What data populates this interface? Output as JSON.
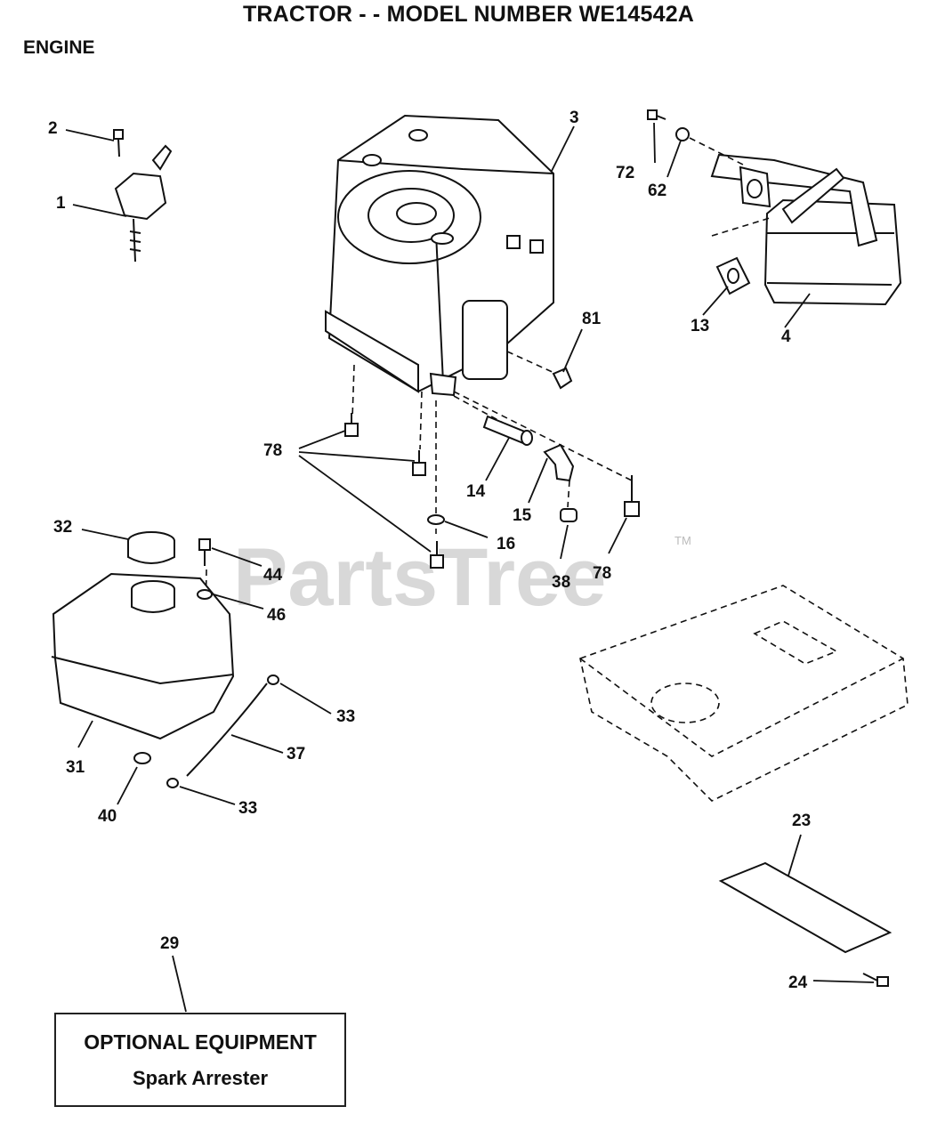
{
  "header": {
    "title": "TRACTOR - - MODEL NUMBER WE14542A",
    "section": "ENGINE"
  },
  "watermark": {
    "text": "PartsTree",
    "trademark": "TM"
  },
  "callouts": {
    "c1": "1",
    "c2": "2",
    "c3": "3",
    "c4": "4",
    "c13": "13",
    "c14": "14",
    "c15": "15",
    "c16": "16",
    "c23": "23",
    "c24": "24",
    "c29": "29",
    "c31": "31",
    "c32": "32",
    "c33a": "33",
    "c33b": "33",
    "c37": "37",
    "c38": "38",
    "c40": "40",
    "c44": "44",
    "c46": "46",
    "c62": "62",
    "c72": "72",
    "c78a": "78",
    "c78b": "78",
    "c81": "81"
  },
  "optional_box": {
    "heading": "OPTIONAL EQUIPMENT",
    "item": "Spark Arrester"
  },
  "colors": {
    "line": "#111111",
    "watermark": "#cfcfcf",
    "background": "#ffffff"
  }
}
